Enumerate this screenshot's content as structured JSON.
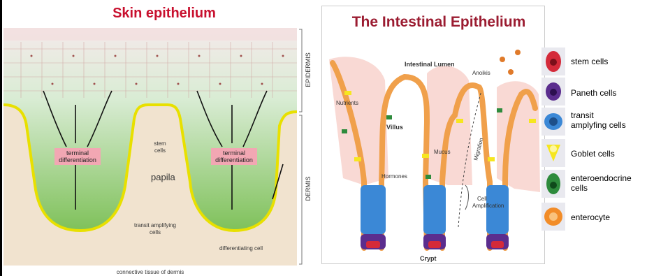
{
  "skin": {
    "title": "Skin epithelium",
    "labels": {
      "epidermis": "EPIDERMIS",
      "dermis": "DERMIS",
      "terminal_differentiation_1": "terminal",
      "terminal_differentiation_2": "differentiation",
      "stem_cells_1": "stem",
      "stem_cells_2": "cells",
      "papila": "papila",
      "transit_amplifying_1": "transit amplifying",
      "transit_amplifying_2": "cells",
      "differentiating_cell": "differentiating cell",
      "connective_tissue": "connective tissue of dermis"
    },
    "colors": {
      "title": "#c8102e",
      "epidermis": "#d8ead2",
      "dermis": "#f1e3cf",
      "basal_layer": "#e8e000",
      "box": "#f2a7b3"
    }
  },
  "intestine": {
    "title": "The Intestinal Epithelium",
    "labels": {
      "lumen": "Intestinal Lumen",
      "nutrients": "Nutrients",
      "villus": "Villus",
      "mucus": "Mucus",
      "hormones": "Hormones",
      "anoikis": "Anoikis",
      "migration": "Migration",
      "cell_amplification_1": "Cell",
      "cell_amplification_2": "Amplification",
      "crypt": "Crypt"
    },
    "colors": {
      "title": "#9b1c31",
      "villus_bg": "#f6c9c2",
      "enterocyte": "#f0a04b"
    }
  },
  "legend": [
    {
      "icon": "stem-cell-icon",
      "text": "stem cells",
      "color": "#d42a3a"
    },
    {
      "icon": "paneth-cell-icon",
      "text": "Paneth cells",
      "color": "#5b2d8e"
    },
    {
      "icon": "transit-amplifying-cell-icon",
      "text": "transit\namplyfing cells",
      "color": "#3b88d6"
    },
    {
      "icon": "goblet-cell-icon",
      "text": "Goblet cells",
      "color": "#f6e620"
    },
    {
      "icon": "enteroendocrine-cell-icon",
      "text": "enteroendocrine\ncells",
      "color": "#2e8b3c"
    },
    {
      "icon": "enterocyte-icon",
      "text": "enterocyte",
      "color": "#f28c28"
    }
  ]
}
